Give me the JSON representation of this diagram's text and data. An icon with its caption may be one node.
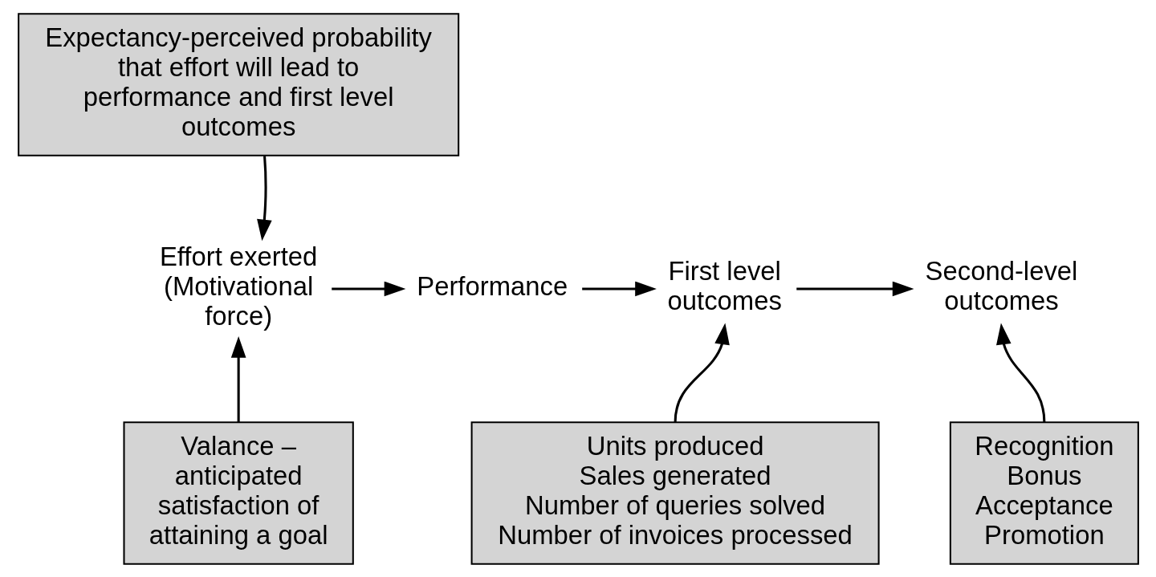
{
  "diagram": {
    "nodes": [
      {
        "text": [
          "Expectancy-perceived probability that effort will lead to performance and first level outcomes"
        ]
      },
      {
        "text": [
          "Effort exerted (Motivational force)"
        ]
      },
      {
        "text": [
          "Performance"
        ]
      },
      {
        "text": [
          "First level outcomes"
        ]
      },
      {
        "text": [
          "Second-level outcomes"
        ]
      },
      {
        "text": [
          "Valance – anticipated satisfaction of attaining a goal"
        ]
      },
      {
        "text": [
          "Units produced",
          "Sales generated",
          "Number of queries solved",
          "Number of invoices processed"
        ]
      },
      {
        "text": [
          "Recognition",
          "Bonus",
          "Acceptance",
          "Promotion"
        ]
      }
    ],
    "edges": [
      {
        "from": 0,
        "to": 1,
        "arrow": "to"
      },
      {
        "from": 1,
        "to": 2,
        "arrow": "to"
      },
      {
        "from": 2,
        "to": 3,
        "arrow": "to"
      },
      {
        "from": 3,
        "to": 4,
        "arrow": "to"
      },
      {
        "from": 5,
        "to": 1,
        "arrow": "to"
      },
      {
        "from": 6,
        "to": 3,
        "arrow": "to"
      },
      {
        "from": 7,
        "to": 4,
        "arrow": "to"
      }
    ]
  }
}
